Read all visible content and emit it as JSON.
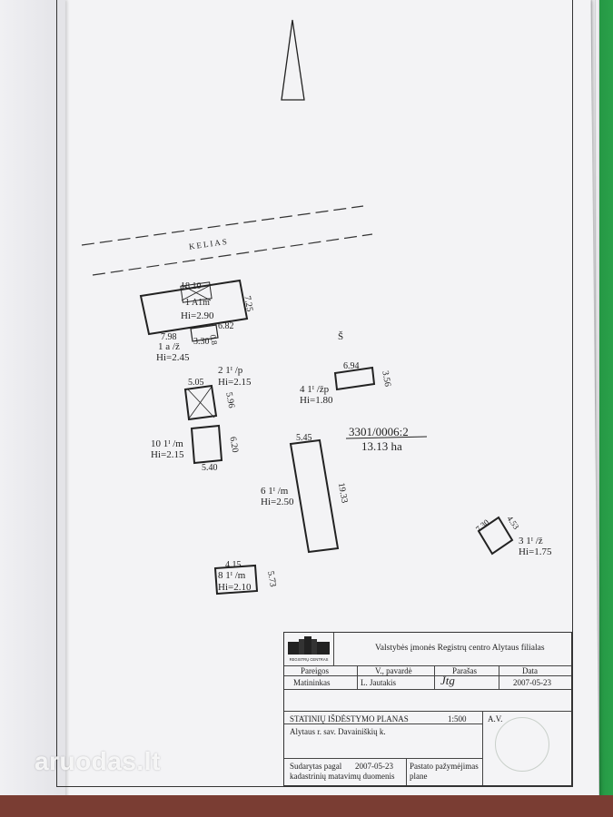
{
  "plan": {
    "road_label": "KELIAS",
    "parcel_number": "3301/0006:2",
    "parcel_area": "13.13 ha",
    "well_symbol": "Š",
    "buildings": [
      {
        "id": "1A",
        "name": "1 A1m",
        "height": "Hi=2.90",
        "dims": [
          "18.10",
          "7.25"
        ]
      },
      {
        "id": "1a",
        "name": "1 a /ž",
        "height": "Hi=2.45",
        "dims": [
          "7.98",
          "6.82",
          "3.30",
          "0.8"
        ]
      },
      {
        "id": "2",
        "name": "2 1ᴵ /p",
        "height": "Hi=2.15",
        "dims": [
          "5.05",
          "5.96"
        ]
      },
      {
        "id": "10",
        "name": "10 1ᴵ /m",
        "height": "Hi=2.15",
        "dims": [
          "6.20",
          "5.40"
        ]
      },
      {
        "id": "4",
        "name": "4 1ᴵ /žp",
        "height": "Hi=1.80",
        "dims": [
          "6.94",
          "3.56"
        ]
      },
      {
        "id": "6",
        "name": "6 1ᴵ /m",
        "height": "Hi=2.50",
        "dims": [
          "5.45",
          "19.33"
        ]
      },
      {
        "id": "3",
        "name": "3 1ᴵ /ž",
        "height": "Hi=1.75",
        "dims": [
          "7.30",
          "4.53"
        ]
      },
      {
        "id": "8",
        "name": "8 1ᴵ /m",
        "height": "Hi=2.10",
        "dims": [
          "4.15",
          "5.73"
        ]
      }
    ]
  },
  "title_block": {
    "logo_text": "REGISTRŲ CENTRAS",
    "organization": "Valstybės įmonės Registrų centro Alytaus filialas",
    "headers": {
      "position": "Pareigos",
      "name": "V., pavardė",
      "signature": "Parašas",
      "date": "Data"
    },
    "surveyor": {
      "position": "Matininkas",
      "name": "L. Jautakis",
      "signature": "Jtg",
      "date": "2007-05-23"
    },
    "plan_title": "STATINIŲ IŠDĖSTYMO PLANAS",
    "scale": "1:500",
    "sheet": "A.V.",
    "address": "Alytaus r. sav. Davainiškių k.",
    "compiled_label_1": "Sudarytas pagal",
    "compiled_date": "2007-05-23",
    "compiled_label_2": "kadastrinių matavimų duomenis",
    "certificate_label_1": "Pastato pažymėjimas",
    "certificate_label_2": "plane"
  },
  "watermark": "aruodas.lt"
}
